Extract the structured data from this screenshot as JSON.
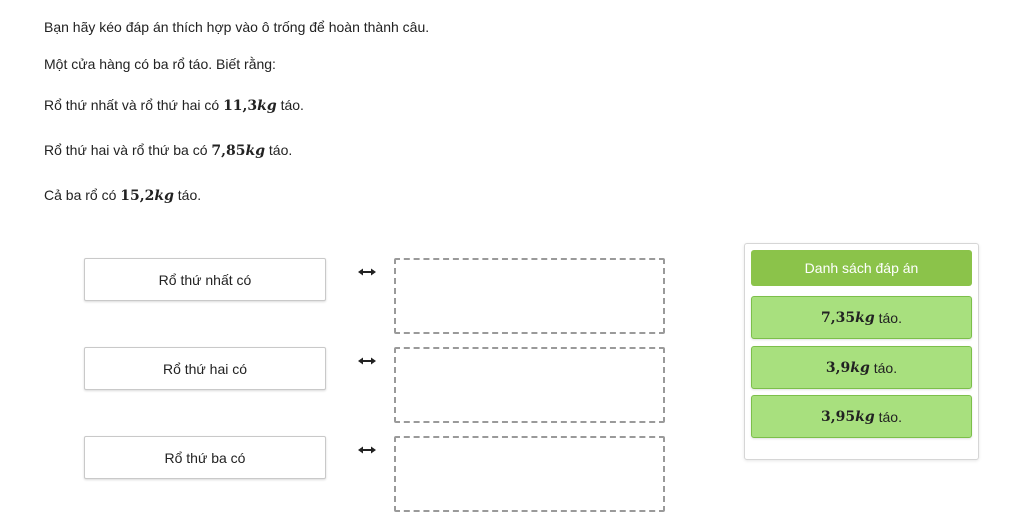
{
  "instruction": "Bạn hãy kéo đáp án thích hợp vào ô trống để hoàn thành câu.",
  "problem": {
    "intro": "Một cửa hàng có ba rổ táo. Biết rằng:",
    "fact1": {
      "prefix": "Rổ thứ nhất và rổ thứ hai có",
      "number": "11,3",
      "unit_var": "kg",
      "suffix": "táo."
    },
    "fact2": {
      "prefix": "Rổ thứ hai và rổ thứ ba có",
      "number": "7,85",
      "unit_var": "kg",
      "suffix": "táo."
    },
    "fact3": {
      "prefix": "Cả ba rổ có",
      "number": "15,2",
      "unit_var": "kg",
      "suffix": "táo."
    }
  },
  "premises": [
    {
      "label": "Rổ thứ nhất có"
    },
    {
      "label": "Rổ thứ hai có"
    },
    {
      "label": "Rổ thứ ba có"
    }
  ],
  "match_arrow_icon": "double-arrow-icon",
  "answer_panel": {
    "header": "Danh sách đáp án",
    "items": [
      {
        "number": "7,35",
        "unit_var": "kg",
        "suffix": "táo."
      },
      {
        "number": "3,9",
        "unit_var": "kg",
        "suffix": "táo."
      },
      {
        "number": "3,95",
        "unit_var": "kg",
        "suffix": "táo."
      }
    ]
  },
  "colors": {
    "header_bg": "#8bc34a",
    "item_bg": "#a8e07e",
    "item_border": "#7cbf4a",
    "dropzone_border": "#9a9a9a"
  }
}
